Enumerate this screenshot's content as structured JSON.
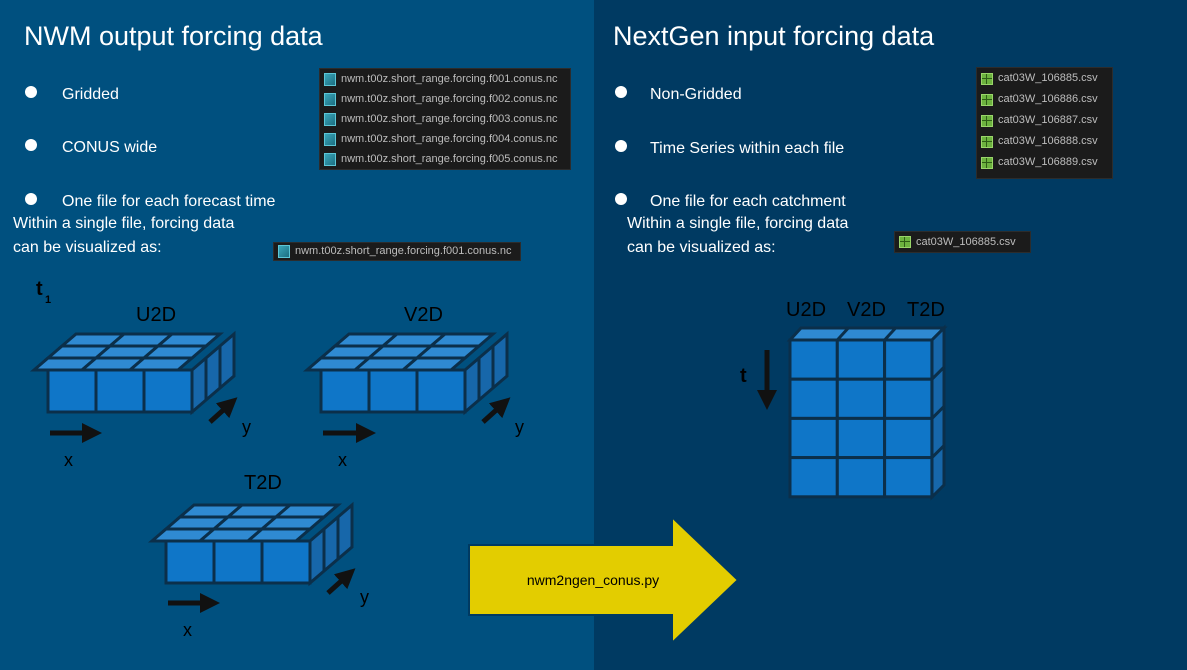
{
  "left_panel": {
    "title": "NWM output forcing data",
    "bullets": [
      "Gridded",
      "CONUS wide",
      "One file for each forecast time"
    ],
    "note_line1": "Within a single file, forcing data",
    "note_line2": "can be visualized as:",
    "files": [
      "nwm.t00z.short_range.forcing.f001.conus.nc",
      "nwm.t00z.short_range.forcing.f002.conus.nc",
      "nwm.t00z.short_range.forcing.f003.conus.nc",
      "nwm.t00z.short_range.forcing.f004.conus.nc",
      "nwm.t00z.short_range.forcing.f005.conus.nc"
    ],
    "single_file": "nwm.t00z.short_range.forcing.f001.conus.nc",
    "time_label": "t",
    "time_subscript": "1",
    "grids": [
      {
        "name": "U2D",
        "x_label": "x",
        "y_label": "y"
      },
      {
        "name": "V2D",
        "x_label": "x",
        "y_label": "y"
      },
      {
        "name": "T2D",
        "x_label": "x",
        "y_label": "y"
      }
    ]
  },
  "right_panel": {
    "title": "NextGen input forcing data",
    "bullets": [
      "Non-Gridded",
      "Time Series within each file",
      "One file for each catchment"
    ],
    "note_line1": "Within a single file, forcing data",
    "note_line2": "can be visualized as:",
    "files": [
      "cat03W_106885.csv",
      "cat03W_106886.csv",
      "cat03W_106887.csv",
      "cat03W_106888.csv",
      "cat03W_106889.csv"
    ],
    "single_file": "cat03W_106885.csv",
    "columns": [
      "U2D",
      "V2D",
      "T2D"
    ],
    "time_label": "t"
  },
  "arrow": {
    "label": "nwm2ngen_conus.py"
  },
  "colors": {
    "left_bg": "#00507f",
    "right_bg": "#003a62",
    "cell_fill": "#0f76c8",
    "cell_top": "#2f8ad2",
    "cell_stroke": "#0b2f4a",
    "arrow_fill": "#e3cd00"
  }
}
